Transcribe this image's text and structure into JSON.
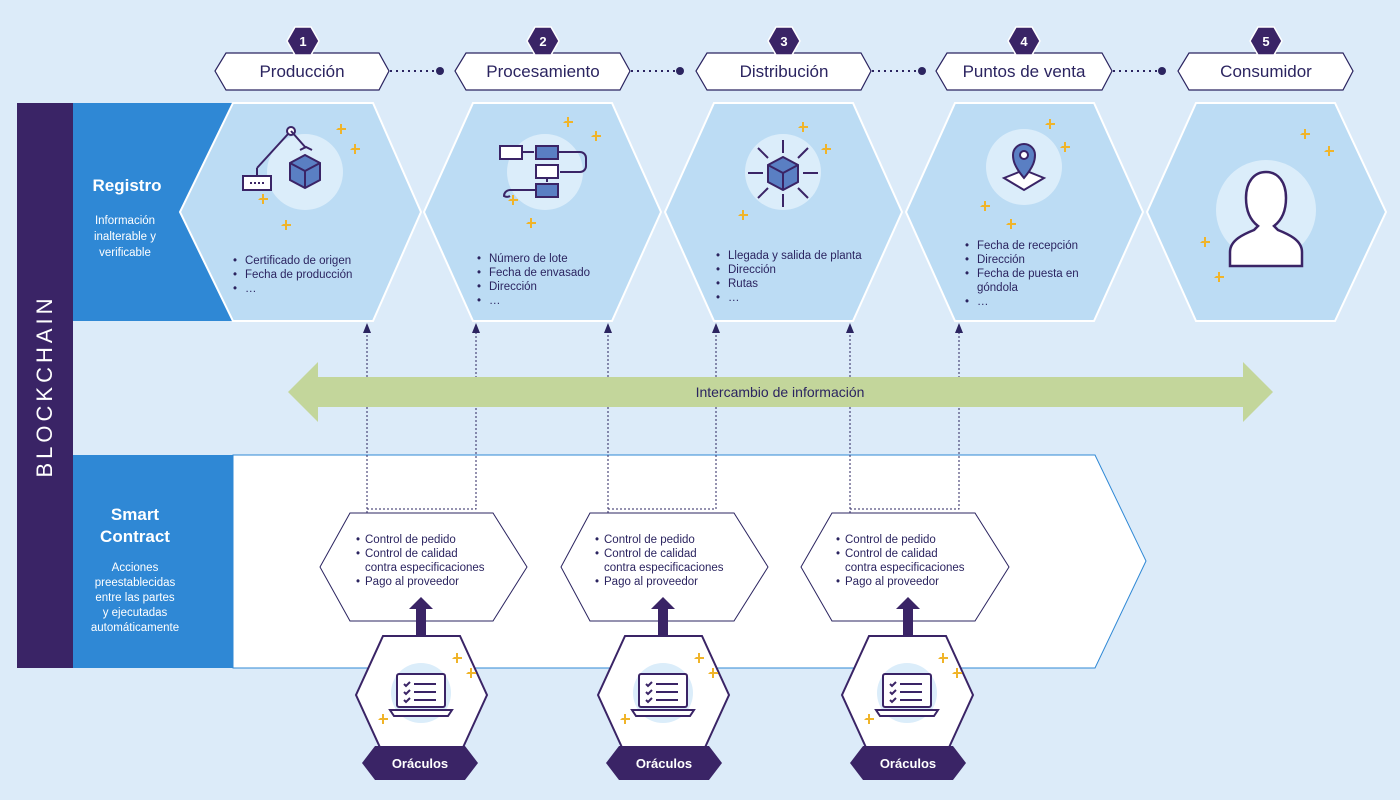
{
  "blockchain_label": "BLOCKCHAIN",
  "registro": {
    "title": "Registro",
    "subtitle": [
      "Información",
      "inalterable y",
      "verificable"
    ]
  },
  "smart_contract": {
    "title": [
      "Smart",
      "Contract"
    ],
    "subtitle": [
      "Acciones",
      "preestablecidas",
      "entre las partes",
      "y ejecutadas",
      "automáticamente"
    ]
  },
  "stages": [
    {
      "num": "1",
      "label": "Producción",
      "icon": "robot-arm-cube-icon",
      "items": [
        "Certificado de origen",
        "Fecha de producción",
        "…"
      ]
    },
    {
      "num": "2",
      "label": "Procesamiento",
      "icon": "process-flow-icon",
      "items": [
        "Número de lote",
        "Fecha de envasado",
        "Dirección",
        "…"
      ]
    },
    {
      "num": "3",
      "label": "Distribución",
      "icon": "cube-distribution-icon",
      "items": [
        "Llegada y salida de planta",
        "Dirección",
        "Rutas",
        "…"
      ]
    },
    {
      "num": "4",
      "label": "Puntos de venta",
      "icon": "map-pin-icon",
      "items": [
        "Fecha de recepción",
        "Dirección",
        "Fecha de puesta en",
        "góndola",
        "…"
      ]
    },
    {
      "num": "5",
      "label": "Consumidor",
      "icon": "person-icon",
      "items": []
    }
  ],
  "exchange_label": "Intercambio de información",
  "contracts": [
    {
      "items": [
        "Control de pedido",
        "Control de calidad",
        "contra especificaciones",
        "Pago al proveedor"
      ]
    },
    {
      "items": [
        "Control de pedido",
        "Control de calidad",
        "contra especificaciones",
        "Pago al proveedor"
      ]
    },
    {
      "items": [
        "Control de pedido",
        "Control de calidad",
        "contra especificaciones",
        "Pago al proveedor"
      ]
    }
  ],
  "oracles": [
    {
      "label": "Oráculos",
      "icon": "laptop-checklist-icon"
    },
    {
      "label": "Oráculos",
      "icon": "laptop-checklist-icon"
    },
    {
      "label": "Oráculos",
      "icon": "laptop-checklist-icon"
    }
  ],
  "colors": {
    "background": "#dcebf9",
    "dark_purple": "#3a2466",
    "blue": "#2f88d5",
    "hex_fill": "#bcdcf4",
    "green_arrow": "#c3d69b",
    "star": "#f0b429",
    "text": "#2b2460"
  }
}
